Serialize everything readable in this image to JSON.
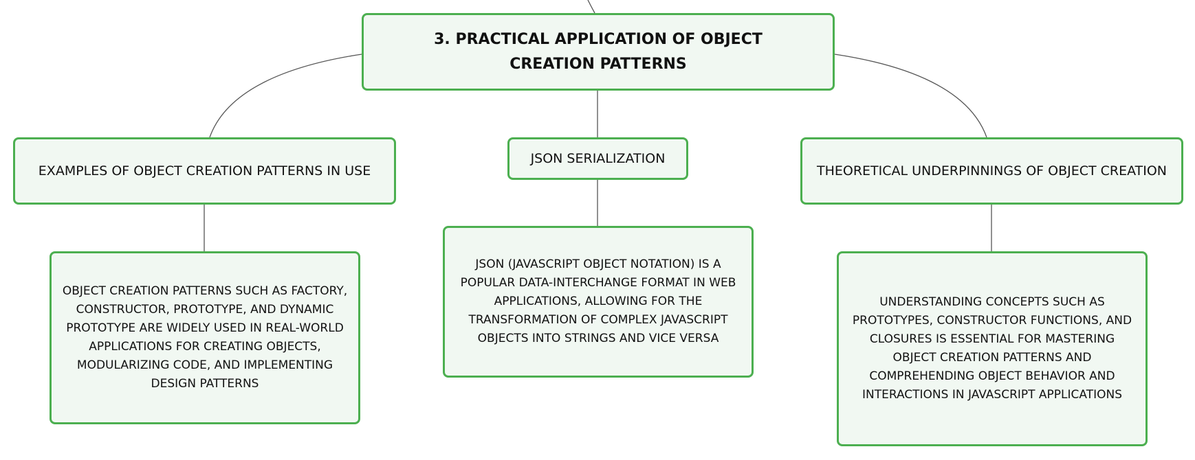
{
  "diagram": {
    "root": {
      "label": "3. PRACTICAL APPLICATION OF OBJECT CREATION PATTERNS"
    },
    "branches": [
      {
        "label": "EXAMPLES OF OBJECT CREATION PATTERNS IN USE",
        "detail": "OBJECT CREATION PATTERNS SUCH AS FACTORY, CONSTRUCTOR, PROTOTYPE, AND DYNAMIC PROTOTYPE ARE WIDELY USED IN REAL-WORLD APPLICATIONS FOR CREATING OBJECTS, MODULARIZING CODE, AND IMPLEMENTING DESIGN PATTERNS"
      },
      {
        "label": "JSON SERIALIZATION",
        "detail": "JSON (JAVASCRIPT OBJECT NOTATION) IS A POPULAR DATA-INTERCHANGE FORMAT IN WEB APPLICATIONS, ALLOWING FOR THE TRANSFORMATION OF COMPLEX JAVASCRIPT OBJECTS INTO STRINGS AND VICE VERSA"
      },
      {
        "label": "THEORETICAL UNDERPINNINGS OF OBJECT CREATION",
        "detail": "UNDERSTANDING CONCEPTS SUCH AS PROTOTYPES, CONSTRUCTOR FUNCTIONS, AND CLOSURES IS ESSENTIAL FOR MASTERING OBJECT CREATION PATTERNS AND COMPREHENDING OBJECT BEHAVIOR AND INTERACTIONS IN JAVASCRIPT APPLICATIONS"
      }
    ],
    "colors": {
      "node_border": "#4caf50",
      "node_fill": "#f1f8f2",
      "connector": "#555555",
      "text": "#111111"
    }
  }
}
